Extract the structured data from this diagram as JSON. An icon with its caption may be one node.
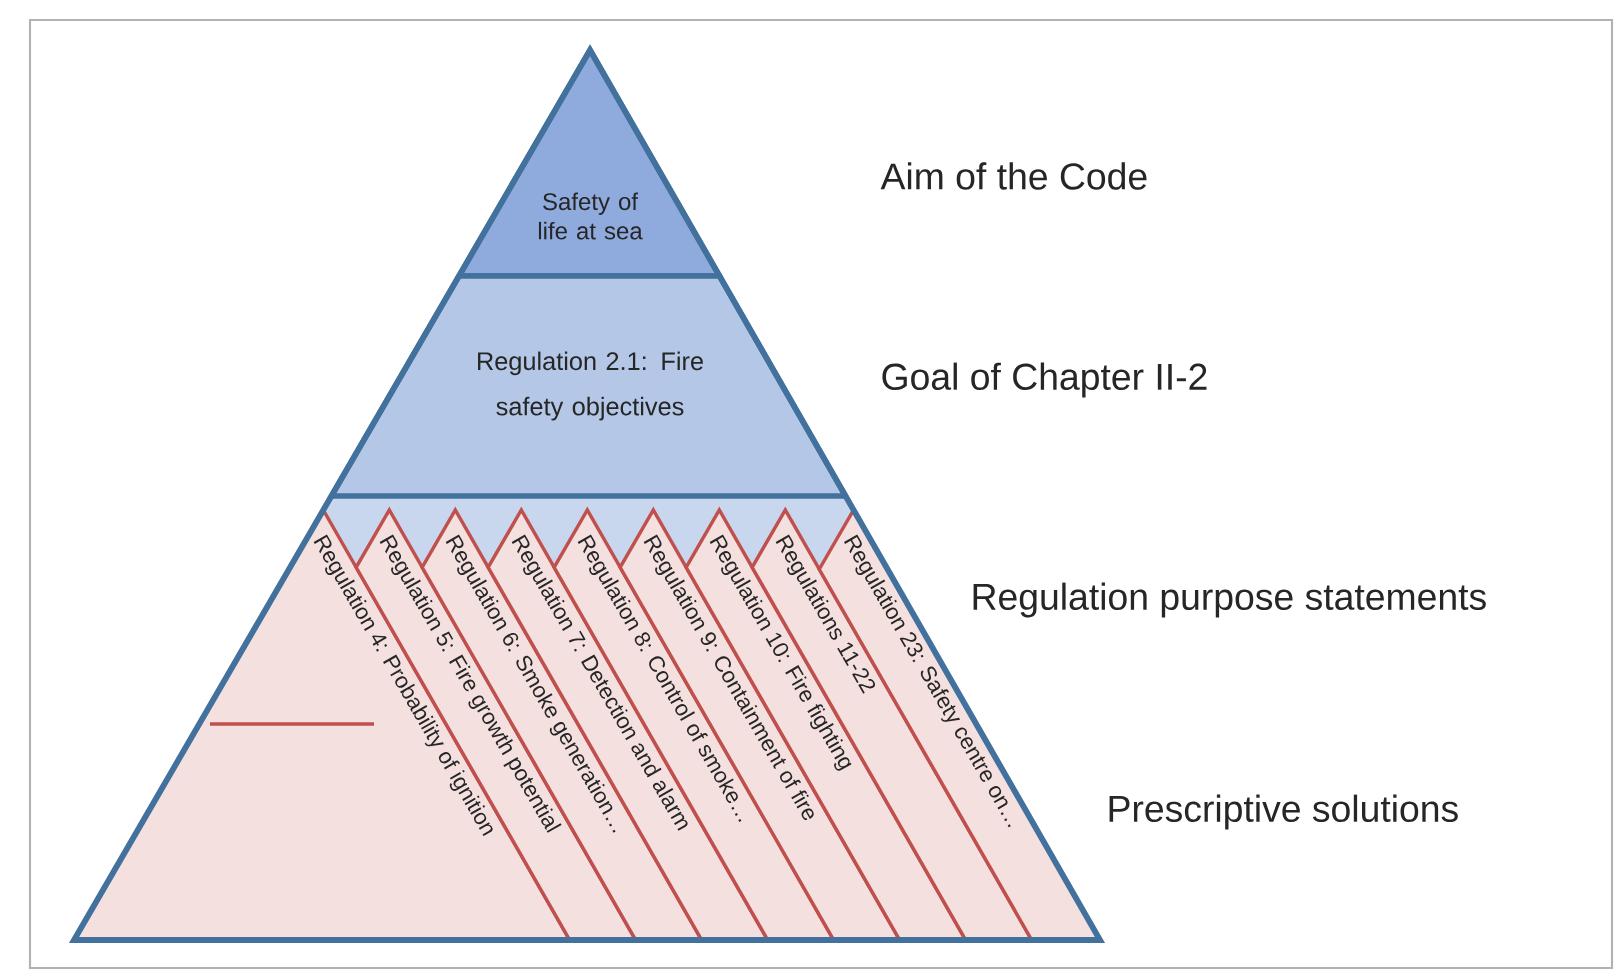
{
  "diagram": {
    "nodes": [
      {
        "text": [
          "Safety of life at sea"
        ]
      },
      {
        "text": [
          "Regulation 2.1: Fire safety objectives"
        ]
      },
      {
        "text": [
          "Regulation 4: Probability of ignition"
        ]
      },
      {
        "text": [
          "Regulation 5: Fire growth potential"
        ]
      },
      {
        "text": [
          "Regulation 6: Smoke generation…"
        ]
      },
      {
        "text": [
          "Regulation 7: Detection and alarm"
        ]
      },
      {
        "text": [
          "Regulation 8: Control of smoke…"
        ]
      },
      {
        "text": [
          "Regulation 9: Containment of fire"
        ]
      },
      {
        "text": [
          "Regulation 10: Fire fighting"
        ]
      },
      {
        "text": [
          "Regulations 11-22"
        ]
      },
      {
        "text": [
          "Regulation 23: Safety centre on…"
        ]
      }
    ],
    "labels": [
      "Aim of the Code",
      "Goal of Chapter II-2",
      "Regulation purpose statements",
      "Prescriptive solutions"
    ]
  }
}
